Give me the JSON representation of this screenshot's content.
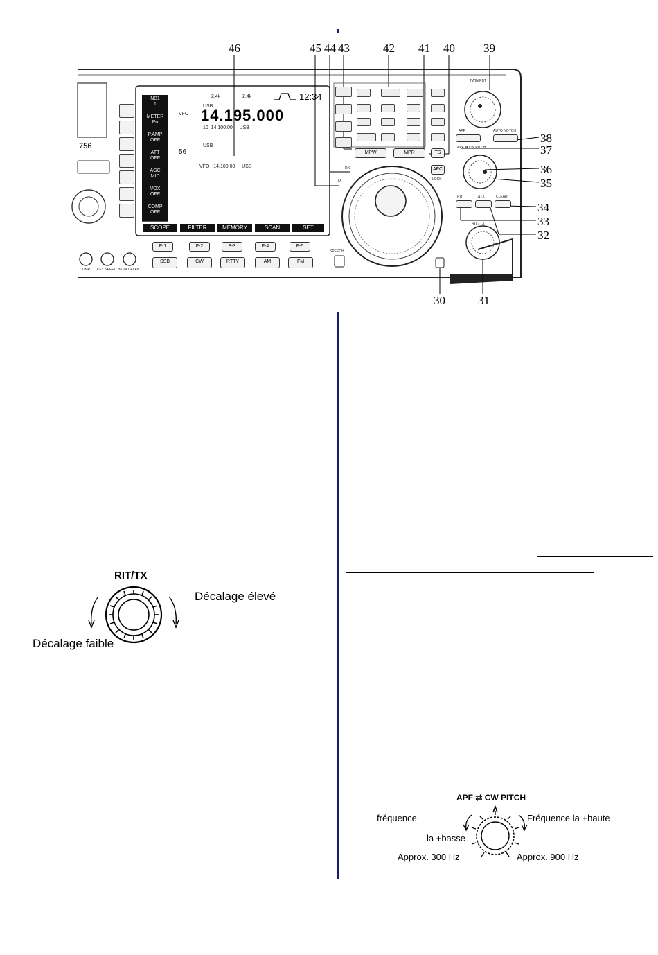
{
  "radio_figure": {
    "callouts": [
      "46",
      "45",
      "44",
      "43",
      "42",
      "41",
      "40",
      "39",
      "38",
      "37",
      "36",
      "35",
      "34",
      "33",
      "32",
      "31",
      "30"
    ],
    "lcd": {
      "time": "12:34",
      "mode_top": "USB",
      "main_freq": "14.195.000",
      "vfo_label": "VFO",
      "sub_line": "10  14.100.00     USB",
      "mode_mid": "USB",
      "bottom_line": "VFO   14.100.00     USB",
      "bw1": "2.4k",
      "bw2": "2.4k",
      "memo_num": "56",
      "side_keys": [
        "NB1\n1",
        "METER\nPo",
        "P.AMP\nOFF",
        "ATT\nOFF",
        "AGC\nMID",
        "VOX\nOFF",
        "COMP\nOFF"
      ],
      "softkeys": [
        "SCOPE",
        "FILTER",
        "MEMORY",
        "SCAN",
        "SET"
      ]
    },
    "fkeys": [
      "F-1",
      "F-2",
      "F-3",
      "F-4",
      "F-5"
    ],
    "mode_keys": [
      "SSB",
      "CW",
      "RTTY",
      "AM",
      "FM"
    ],
    "model_fragment": "756",
    "front_labels": {
      "mpw": "MPW",
      "mpr": "MPR",
      "ts": "TS",
      "afc": "AFC",
      "lock": "LOCK",
      "apf": "APF",
      "auto_notch": "AUTO NOTCH",
      "apf_cw_pitch": "APF ⇄ CW PITCH",
      "rit": "RIT",
      "dtx": "ΔTX",
      "clear": "CLEAR",
      "rit_tx": "RIT / TX",
      "speech": "SPEECH",
      "comp": "COMP",
      "key_speed": "KEY SPEED",
      "bk_in_delay": "BK-IN DELAY",
      "twin_pbt": "TWIN PBT",
      "rx": "RX",
      "tx": "TX"
    }
  },
  "rit_figure": {
    "title": "RIT/TX",
    "high_offset": "Décalage élevé",
    "low_offset": "Décalage faible"
  },
  "apf_figure": {
    "title": "APF ⇄ CW PITCH",
    "low_freq_line1": "fréquence",
    "low_freq_line2": "la +basse",
    "high_freq": "Fréquence la +haute",
    "low_hz": "Approx. 300 Hz",
    "high_hz": "Approx. 900 Hz"
  }
}
